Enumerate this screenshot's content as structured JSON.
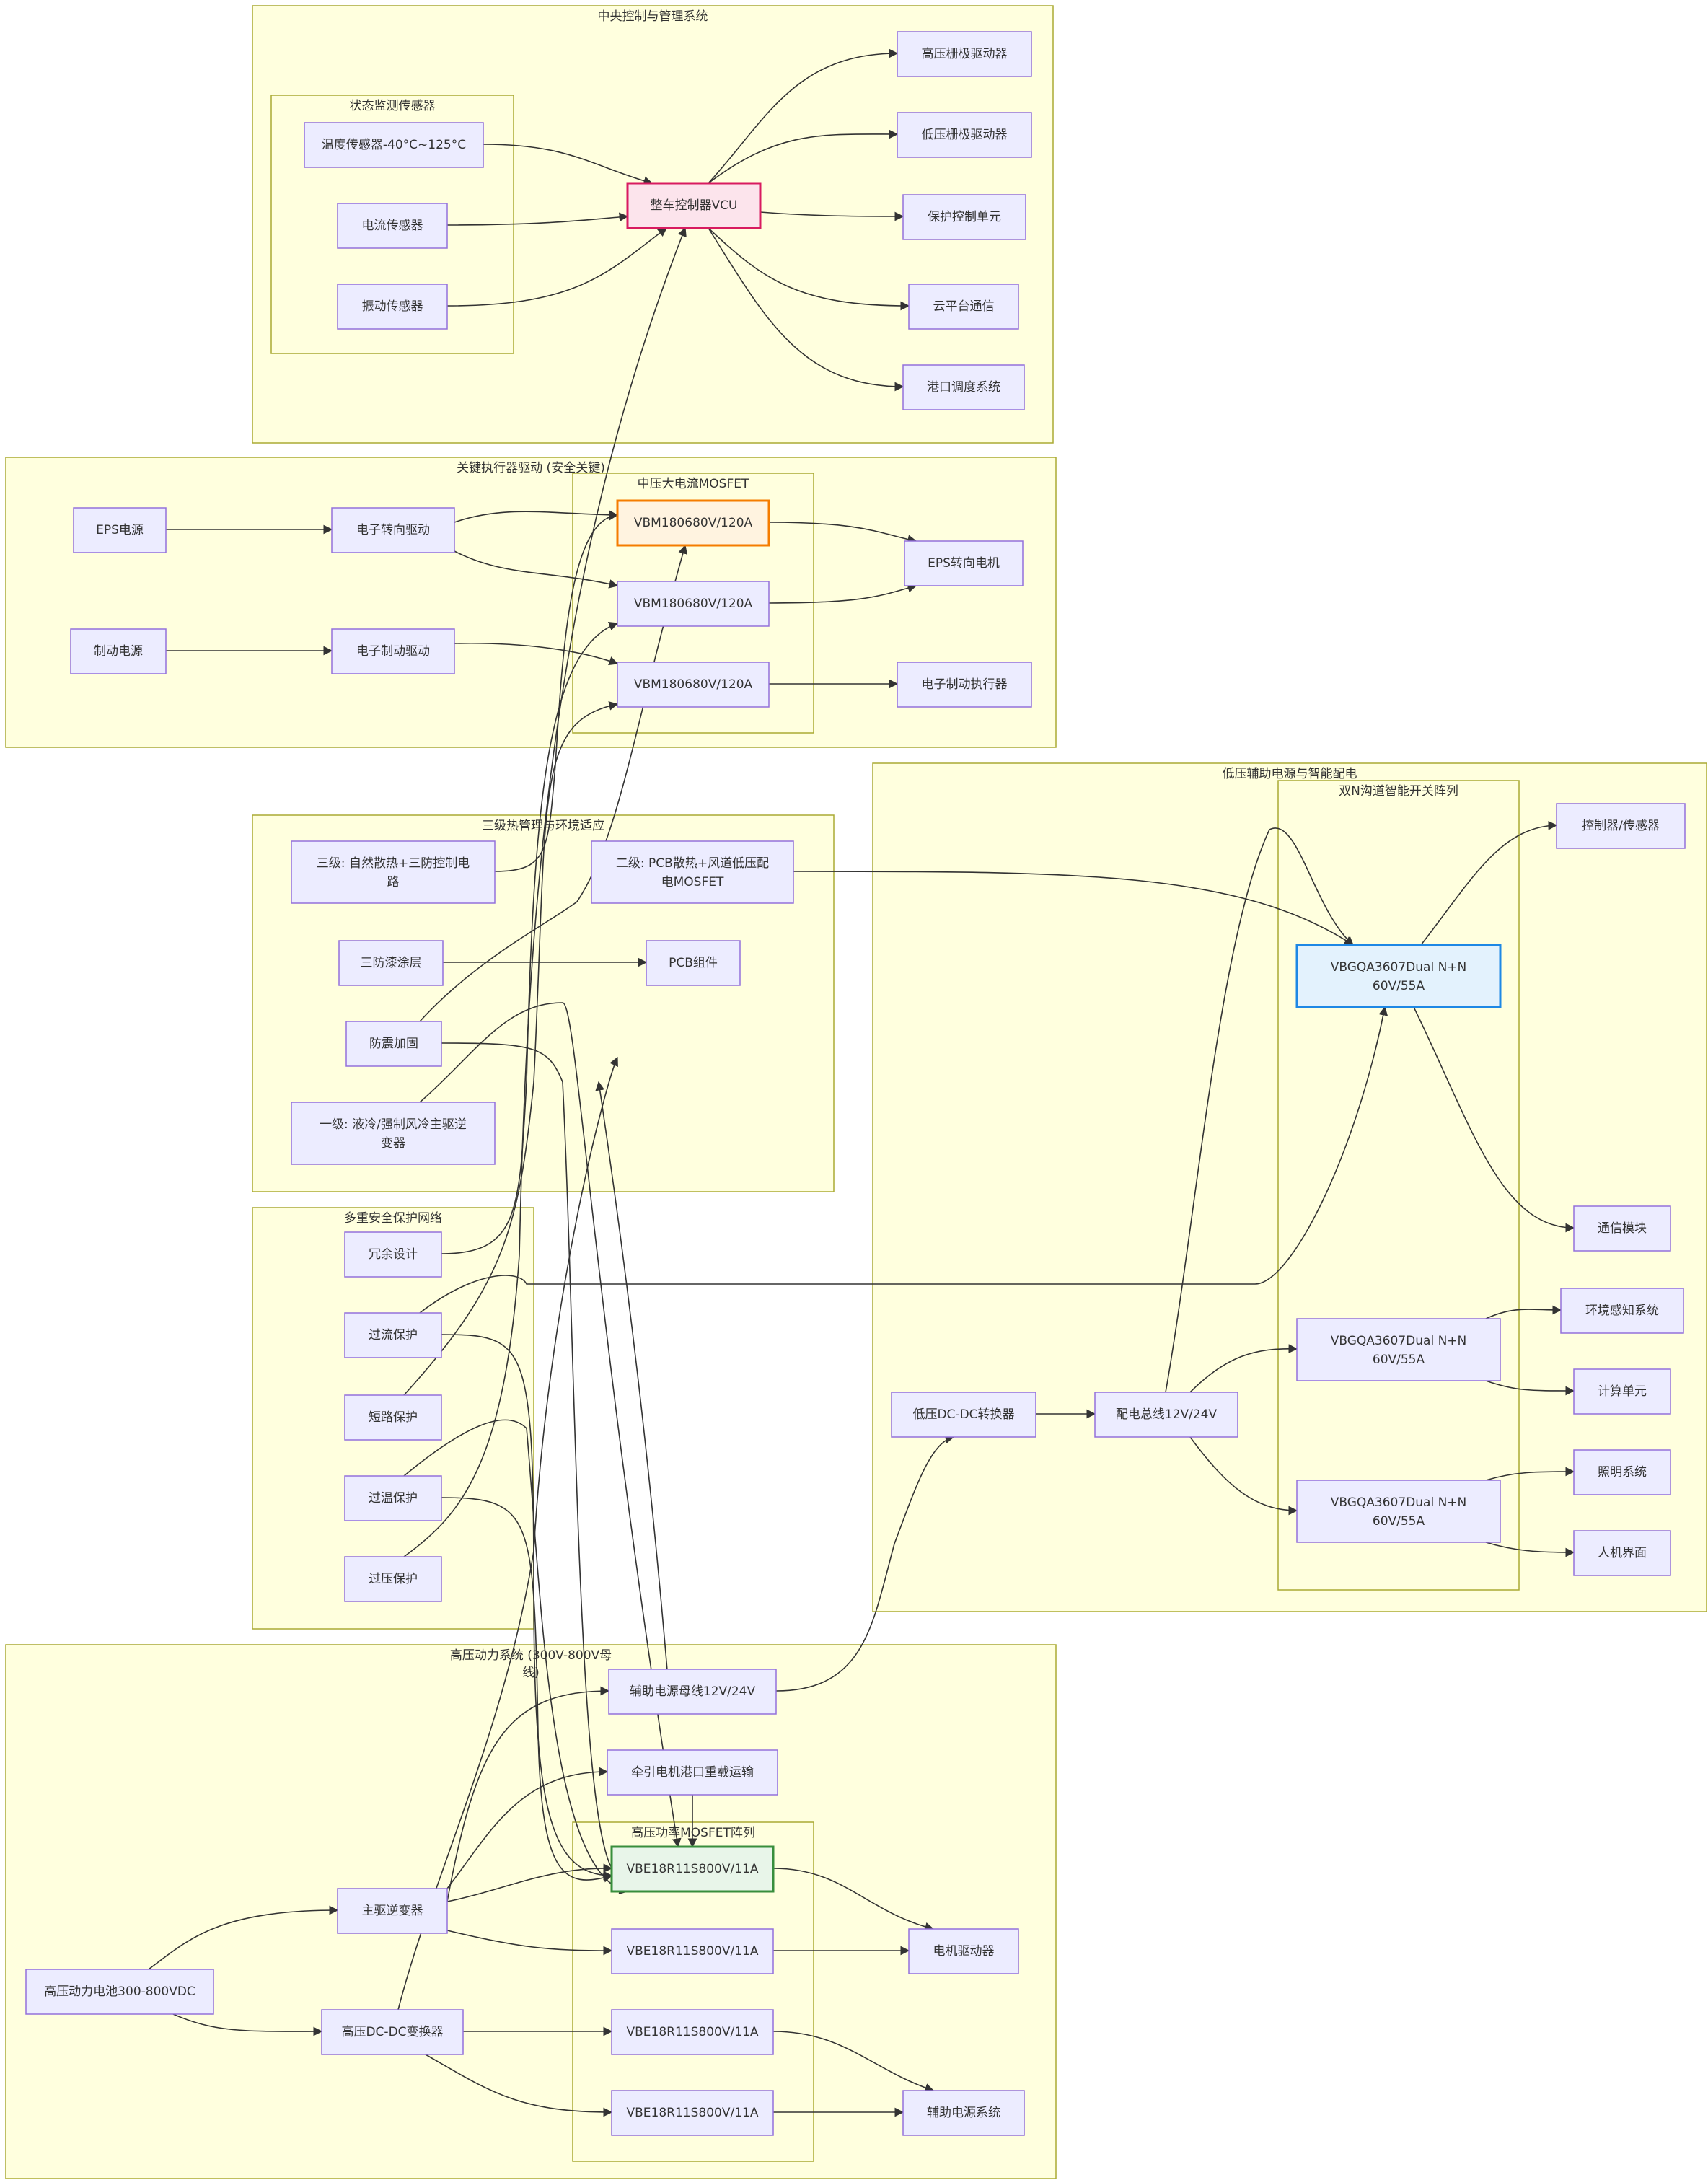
{
  "clusters": {
    "central": "中央控制与管理系统",
    "sensors": "状态监测传感器",
    "actuator": "关键执行器驱动 (安全关键)",
    "mid_mosfet": "中压大电流MOSFET",
    "lv_power": "低压辅助电源与智能配电",
    "dual_switch": "双N沟道智能开关阵列",
    "thermal": "三级热管理与环境适应",
    "safety": "多重安全保护网络",
    "hv_system": "高压动力系统 (300V-800V母线)",
    "hv_mosfet": "高压功率MOSFET阵列"
  },
  "nodes": {
    "hv_gate": "高压栅极驱动器",
    "lv_gate": "低压栅极驱动器",
    "protect_unit": "保护控制单元",
    "cloud": "云平台通信",
    "port_dispatch": "港口调度系统",
    "vcu": "整车控制器VCU",
    "temp_sensor": "温度传感器-40°C~125°C",
    "current_sensor": "电流传感器",
    "vib_sensor": "振动传感器",
    "eps_power": "EPS电源",
    "eps_drive": "电子转向驱动",
    "brake_power": "制动电源",
    "brake_drive": "电子制动驱动",
    "vbm_1": "VBM180680V/120A",
    "vbm_2": "VBM180680V/120A",
    "vbm_3": "VBM180680V/120A",
    "eps_motor": "EPS转向电机",
    "brake_actuator": "电子制动执行器",
    "controller_sensor": "控制器/传感器",
    "vbgqa_1": "VBGQA3607Dual N+N 60V/55A",
    "comm_module": "通信模块",
    "env_system": "环境感知系统",
    "compute_unit": "计算单元",
    "lighting": "照明系统",
    "hmi": "人机界面",
    "vbgqa_2": "VBGQA3607Dual N+N 60V/55A",
    "vbgqa_3": "VBGQA3607Dual N+N 60V/55A",
    "lv_dcdc": "低压DC-DC转换器",
    "dist_bus": "配电总线12V/24V",
    "level3": "三级: 自然散热+三防控制电路",
    "level2": "二级: PCB散热+风道低压配电MOSFET",
    "coating": "三防漆涂层",
    "pcb": "PCB组件",
    "shock": "防震加固",
    "level1": "一级: 液冷/强制风冷主驱逆变器",
    "redundant": "冗余设计",
    "overcurrent": "过流保护",
    "short_circuit": "短路保护",
    "overtemp": "过温保护",
    "overvoltage": "过压保护",
    "aux_bus": "辅助电源母线12V/24V",
    "traction": "牵引电机港口重载运输",
    "vbe_1": "VBE18R11S800V/11A",
    "vbe_2": "VBE18R11S800V/11A",
    "vbe_3": "VBE18R11S800V/11A",
    "vbe_4": "VBE18R11S800V/11A",
    "motor_driver": "电机驱动器",
    "main_inverter": "主驱逆变器",
    "hv_battery": "高压动力电池300-800VDC",
    "hv_dcdc": "高压DC-DC变换器",
    "aux_system": "辅助电源系统"
  }
}
